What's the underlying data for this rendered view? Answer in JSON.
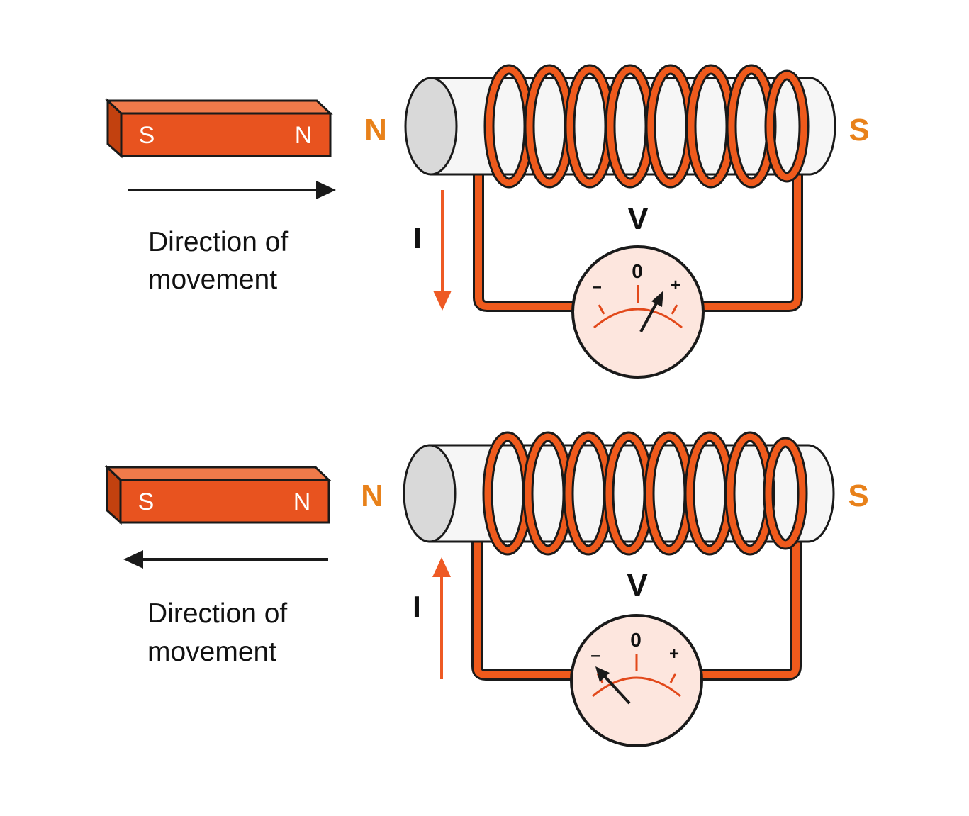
{
  "colors": {
    "magnet": "#e8531f",
    "magnet_top": "#f07a4a",
    "magnet_side": "#c2410f",
    "wire": "#ef5a1c",
    "pole_label": "#e8811a",
    "current_arrow": "#ee5a24",
    "core_light": "#f6f6f6",
    "core_face": "#d9d9d9",
    "meter_face": "#fde6de",
    "meter_scale": "#e2491b",
    "outline": "#1a1a1a"
  },
  "panels": [
    {
      "magnet": {
        "left_pole": "S",
        "right_pole": "N"
      },
      "movement": {
        "direction": "right",
        "label_line1": "Direction of",
        "label_line2": "movement"
      },
      "coil": {
        "left_pole": "N",
        "right_pole": "S",
        "turns": 8
      },
      "current": {
        "label": "I",
        "direction": "down"
      },
      "meter": {
        "symbol": "V",
        "zero": "0",
        "minus": "–",
        "plus": "+",
        "deflection": 0.7
      }
    },
    {
      "magnet": {
        "left_pole": "S",
        "right_pole": "N"
      },
      "movement": {
        "direction": "left",
        "label_line1": "Direction of",
        "label_line2": "movement"
      },
      "coil": {
        "left_pole": "N",
        "right_pole": "S",
        "turns": 8
      },
      "current": {
        "label": "I",
        "direction": "up"
      },
      "meter": {
        "symbol": "V",
        "zero": "0",
        "minus": "–",
        "plus": "+",
        "deflection": -0.8
      }
    }
  ]
}
